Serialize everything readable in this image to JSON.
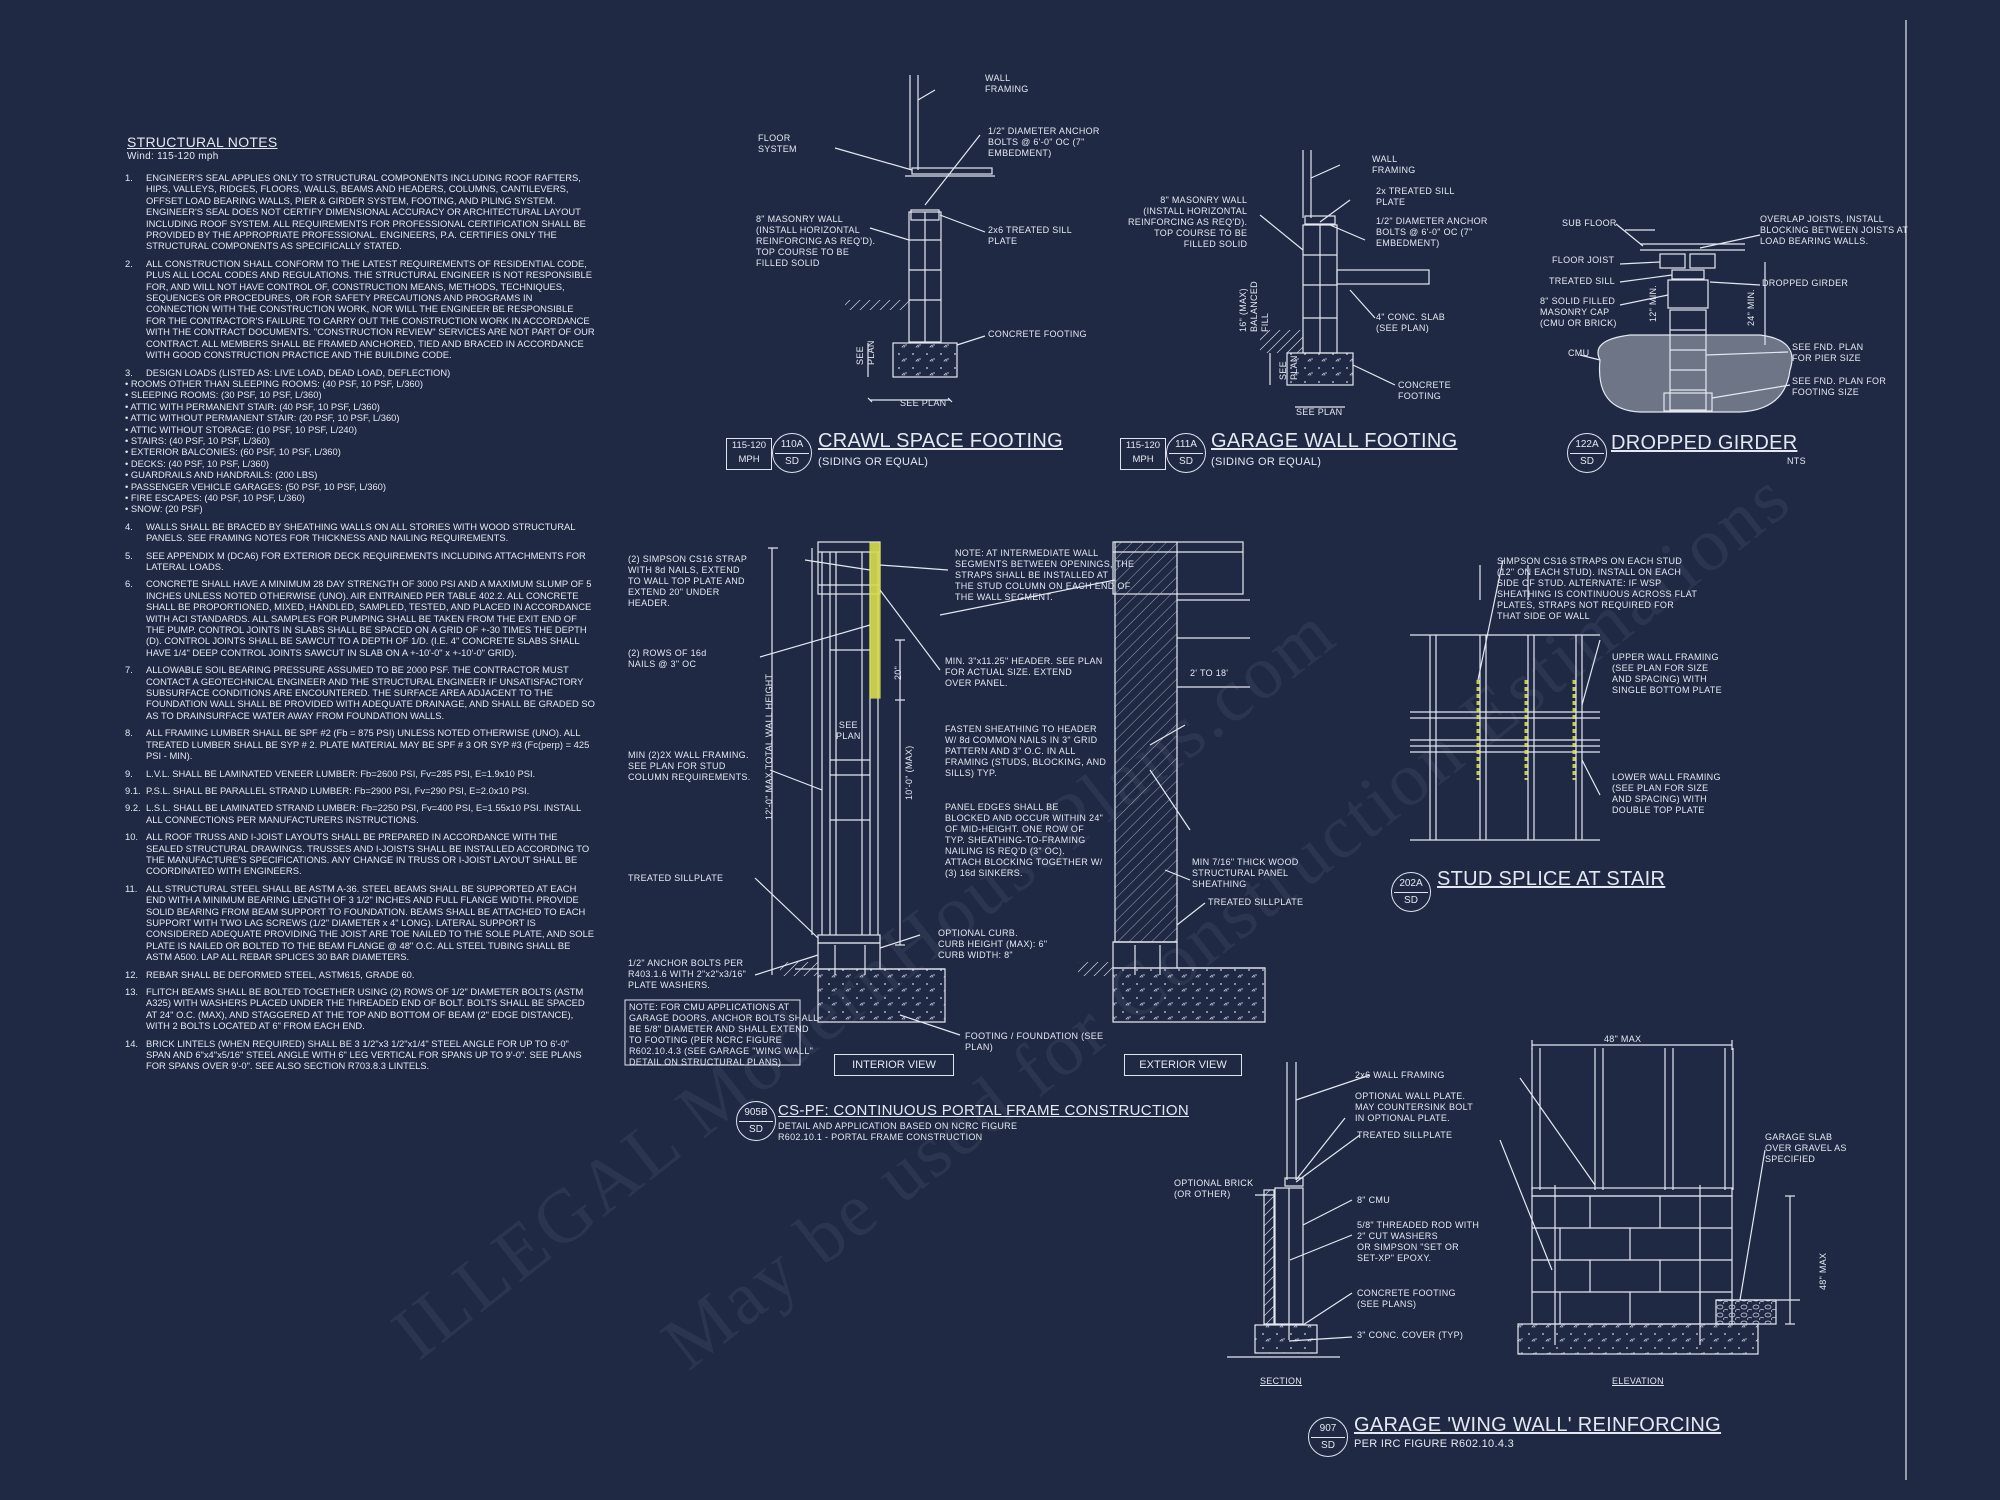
{
  "colors": {
    "background": "#202944",
    "linework": "#e4e8f1",
    "highlight": "#d9dc4e"
  },
  "notes": {
    "title": "STRUCTURAL NOTES",
    "subtitle": "Wind: 115-120 mph",
    "items": [
      {
        "num": "1.",
        "text": "ENGINEER'S SEAL APPLIES ONLY TO STRUCTURAL COMPONENTS INCLUDING ROOF RAFTERS, HIPS, VALLEYS, RIDGES, FLOORS, WALLS, BEAMS AND HEADERS, COLUMNS, CANTILEVERS, OFFSET LOAD BEARING WALLS, PIER & GIRDER SYSTEM, FOOTING, AND PILING SYSTEM. ENGINEER'S SEAL DOES NOT CERTIFY DIMENSIONAL ACCURACY OR ARCHITECTURAL LAYOUT INCLUDING ROOF SYSTEM. ALL REQUIREMENTS FOR PROFESSIONAL CERTIFICATION SHALL BE PROVIDED BY THE APPROPRIATE PROFESSIONAL. ENGINEERS, P.A. CERTIFIES ONLY THE STRUCTURAL COMPONENTS AS SPECIFICALLY STATED."
      },
      {
        "num": "2.",
        "text": "ALL CONSTRUCTION SHALL CONFORM TO THE LATEST REQUIREMENTS OF RESIDENTIAL CODE, PLUS ALL LOCAL CODES AND REGULATIONS. THE STRUCTURAL ENGINEER IS NOT RESPONSIBLE FOR, AND WILL NOT HAVE CONTROL OF, CONSTRUCTION MEANS, METHODS, TECHNIQUES, SEQUENCES OR PROCEDURES, OR FOR SAFETY PRECAUTIONS AND PROGRAMS IN CONNECTION WITH THE CONSTRUCTION WORK, NOR WILL THE ENGINEER BE RESPONSIBLE FOR THE CONTRACTOR'S FAILURE TO CARRY OUT THE CONSTRUCTION WORK IN ACCORDANCE WITH THE CONTRACT DOCUMENTS. \"CONSTRUCTION REVIEW\" SERVICES ARE NOT PART OF OUR CONTRACT. ALL MEMBERS SHALL BE FRAMED ANCHORED, TIED AND BRACED IN ACCORDANCE WITH GOOD CONSTRUCTION PRACTICE AND THE BUILDING CODE."
      },
      {
        "num": "3.",
        "text": "DESIGN LOADS (LISTED AS: LIVE LOAD, DEAD LOAD, DEFLECTION)",
        "bullets": [
          "ROOMS OTHER THAN SLEEPING ROOMS: (40 PSF, 10 PSF, L/360)",
          "SLEEPING ROOMS: (30 PSF, 10 PSF, L/360)",
          "ATTIC WITH PERMANENT STAIR: (40 PSF, 10 PSF, L/360)",
          "ATTIC WITHOUT PERMANENT STAIR: (20 PSF, 10 PSF, L/360)",
          "ATTIC WITHOUT STORAGE: (10 PSF, 10 PSF, L/240)",
          "STAIRS: (40 PSF, 10 PSF, L/360)",
          "EXTERIOR BALCONIES: (60 PSF, 10 PSF, L/360)",
          "DECKS: (40 PSF, 10 PSF, L/360)",
          "GUARDRAILS AND HANDRAILS: (200 LBS)",
          "PASSENGER VEHICLE GARAGES: (50 PSF, 10 PSF, L/360)",
          "FIRE ESCAPES: (40 PSF, 10 PSF, L/360)",
          "SNOW: (20 PSF)"
        ]
      },
      {
        "num": "4.",
        "text": "WALLS SHALL BE BRACED BY SHEATHING WALLS ON ALL STORIES WITH WOOD STRUCTURAL PANELS. SEE FRAMING NOTES FOR THICKNESS AND NAILING REQUIREMENTS."
      },
      {
        "num": "5.",
        "text": "SEE APPENDIX M (DCA6) FOR EXTERIOR DECK REQUIREMENTS INCLUDING ATTACHMENTS FOR LATERAL LOADS."
      },
      {
        "num": "6.",
        "text": "CONCRETE SHALL HAVE A MINIMUM 28 DAY STRENGTH OF 3000 PSI AND A MAXIMUM SLUMP OF 5 INCHES UNLESS NOTED OTHERWISE (UNO). AIR ENTRAINED PER TABLE 402.2. ALL CONCRETE SHALL BE PROPORTIONED, MIXED, HANDLED, SAMPLED, TESTED, AND PLACED IN ACCORDANCE WITH ACI STANDARDS. ALL SAMPLES FOR PUMPING SHALL BE TAKEN FROM THE EXIT END OF THE PUMP. CONTROL JOINTS IN SLABS SHALL BE SPACED ON A GRID OF +-30 TIMES THE DEPTH (D). CONTROL JOINTS SHALL BE SAWCUT TO A DEPTH OF 1/D. (I.E. 4\" CONCRETE SLABS SHALL HAVE 1/4\" DEEP CONTROL JOINTS SAWCUT IN SLAB ON A +-10'-0\" x +-10'-0\" GRID)."
      },
      {
        "num": "7.",
        "text": "ALLOWABLE SOIL BEARING PRESSURE ASSUMED TO BE 2000 PSF. THE CONTRACTOR MUST CONTACT A GEOTECHNICAL ENGINEER AND THE STRUCTURAL ENGINEER IF UNSATISFACTORY SUBSURFACE CONDITIONS ARE ENCOUNTERED. THE SURFACE AREA ADJACENT TO THE FOUNDATION WALL SHALL BE PROVIDED WITH ADEQUATE DRAINAGE, AND SHALL BE GRADED SO AS TO DRAINSURFACE WATER AWAY FROM FOUNDATION WALLS."
      },
      {
        "num": "8.",
        "text": "ALL FRAMING LUMBER SHALL BE SPF #2 (Fb = 875 PSI) UNLESS NOTED OTHERWISE (UNO). ALL TREATED LUMBER SHALL BE SYP # 2. PLATE MATERIAL MAY BE SPF # 3 OR SYP #3 (Fc(perp) = 425 PSI - MIN)."
      },
      {
        "num": "9.",
        "text": "L.V.L. SHALL BE LAMINATED VENEER LUMBER: Fb=2600 PSI, Fv=285 PSI, E=1.9x10 PSI."
      },
      {
        "num": "9.1.",
        "text": "P.S.L. SHALL BE PARALLEL STRAND LUMBER: Fb=2900 PSI, Fv=290 PSI, E=2.0x10 PSI."
      },
      {
        "num": "9.2.",
        "text": "L.S.L. SHALL BE LAMINATED STRAND LUMBER: Fb=2250 PSI, Fv=400 PSI, E=1.55x10 PSI. INSTALL ALL CONNECTIONS PER MANUFACTURERS INSTRUCTIONS."
      },
      {
        "num": "10.",
        "text": "ALL ROOF TRUSS AND I-JOIST LAYOUTS SHALL BE PREPARED IN ACCORDANCE WITH THE SEALED STRUCTURAL DRAWINGS. TRUSSES AND I-JOISTS SHALL BE INSTALLED ACCORDING TO THE MANUFACTURE'S SPECIFICATIONS. ANY CHANGE IN TRUSS OR I-JOIST LAYOUT SHALL BE COORDINATED WITH ENGINEERS."
      },
      {
        "num": "11.",
        "text": "ALL STRUCTURAL STEEL SHALL BE ASTM A-36. STEEL BEAMS SHALL BE SUPPORTED AT EACH END WITH A MINIMUM BEARING LENGTH OF 3 1/2\" INCHES AND FULL FLANGE WIDTH. PROVIDE SOLID BEARING FROM BEAM SUPPORT TO FOUNDATION. BEAMS SHALL BE ATTACHED TO EACH SUPPORT WITH TWO LAG SCREWS (1/2\" DIAMETER x 4\" LONG). LATERAL SUPPORT IS CONSIDERED ADEQUATE PROVIDING THE JOIST ARE TOE NAILED TO THE SOLE PLATE, AND SOLE PLATE IS NAILED OR BOLTED TO THE BEAM FLANGE @ 48\" O.C. ALL STEEL TUBING SHALL BE ASTM A500. LAP ALL REBAR SPLICES 30 BAR DIAMETERS."
      },
      {
        "num": "12.",
        "text": "REBAR SHALL BE DEFORMED STEEL, ASTM615, GRADE 60."
      },
      {
        "num": "13.",
        "text": "FLITCH BEAMS SHALL BE BOLTED TOGETHER USING (2) ROWS OF 1/2\" DIAMETER BOLTS (ASTM A325) WITH WASHERS PLACED UNDER THE THREADED END OF BOLT. BOLTS SHALL BE SPACED AT 24\" O.C. (MAX), AND STAGGERED AT THE TOP AND BOTTOM OF BEAM (2\" EDGE DISTANCE), WITH 2 BOLTS LOCATED AT 6\" FROM EACH END."
      },
      {
        "num": "14.",
        "text": "BRICK LINTELS (WHEN REQUIRED) SHALL BE 3 1/2\"x3 1/2\"x1/4\" STEEL ANGLE FOR UP TO 6'-0\" SPAN AND 6\"x4\"x5/16\" STEEL ANGLE WITH 6\" LEG VERTICAL FOR SPANS UP TO 9'-0\". SEE PLANS FOR SPANS OVER 9'-0\". SEE ALSO SECTION R703.8.3 LINTELS."
      }
    ]
  },
  "crawl": {
    "title": "CRAWL SPACE FOOTING",
    "subtitle": "(SIDING OR EQUAL)",
    "bubble_top": "110A",
    "bubble_bot": "SD",
    "mph_top": "115-120",
    "mph_bot": "MPH",
    "labels": {
      "wall_framing": "WALL\nFRAMING",
      "floor_system": "FLOOR\nSYSTEM",
      "anchor_bolts": "1/2\" DIAMETER ANCHOR\nBOLTS @ 6'-0\" OC (7\"\nEMBEDMENT)",
      "masonry": "8\" MASONRY WALL\n(INSTALL HORIZONTAL\nREINFORCING AS REQ'D).\nTOP COURSE TO BE\nFILLED SOLID",
      "sill": "2x6 TREATED SILL\nPLATE",
      "footing": "CONCRETE FOOTING",
      "see_plan": "SEE PLAN",
      "see_plan_vert": "SEE\nPLAN"
    }
  },
  "garage_wall": {
    "title": "GARAGE WALL FOOTING",
    "subtitle": "(SIDING OR EQUAL)",
    "bubble_top": "111A",
    "bubble_bot": "SD",
    "mph_top": "115-120",
    "mph_bot": "MPH",
    "labels": {
      "wall_framing": "WALL\nFRAMING",
      "sill": "2x TREATED SILL\nPLATE",
      "masonry": "8\" MASONRY WALL\n(INSTALL HORIZONTAL\nREINFORCING AS REQ'D).\nTOP COURSE TO BE\nFILLED SOLID",
      "anchor": "1/2\" DIAMETER ANCHOR\nBOLTS @ 6'-0\" OC (7\"\nEMBEDMENT)",
      "fill": "16\" (MAX)\nBALANCED\nFILL",
      "slab": "4\" CONC. SLAB\n(SEE PLAN)",
      "footing": "CONCRETE\nFOOTING",
      "see_plan": "SEE PLAN",
      "see_plan_vert": "SEE\nPLAN"
    }
  },
  "dropped_girder": {
    "title": "DROPPED GIRDER",
    "nts": "NTS",
    "bubble_top": "122A",
    "bubble_bot": "SD",
    "labels": {
      "sub_floor": "SUB FLOOR",
      "floor_joist": "FLOOR JOIST",
      "treated_sill": "TREATED SILL",
      "masonry_cap": "8\" SOLID FILLED\nMASONRY CAP\n(CMU OR BRICK)",
      "cmu": "CMU",
      "overlap": "OVERLAP JOISTS, INSTALL\nBLOCKING BETWEEN JOISTS AT\nLOAD BEARING WALLS.",
      "dropped": "DROPPED GIRDER",
      "pier": "SEE FND. PLAN\nFOR PIER SIZE",
      "footing": "SEE FND. PLAN FOR\nFOOTING SIZE",
      "min12": "12\" MIN.",
      "min24": "24\" MIN."
    }
  },
  "portal": {
    "title": "CS-PF: CONTINUOUS PORTAL FRAME CONSTRUCTION",
    "subtitle": "DETAIL AND APPLICATION BASED ON NCRC FIGURE\nR602.10.1 - PORTAL FRAME CONSTRUCTION",
    "bubble_top": "905B",
    "bubble_bot": "SD",
    "interior_view": "INTERIOR VIEW",
    "exterior_view": "EXTERIOR VIEW",
    "labels": {
      "strap": "(2) SIMPSON CS16 STRAP\nWITH 8d NAILS, EXTEND\nTO WALL TOP PLATE AND\nEXTEND 20\" UNDER\nHEADER.",
      "nails": "(2) ROWS OF 16d\nNAILS @ 3\" OC",
      "framing": "MIN (2)2X WALL FRAMING.\nSEE PLAN FOR STUD\nCOLUMN REQUIREMENTS.",
      "sillplate": "TREATED SILLPLATE",
      "anchors": "1/2\" ANCHOR BOLTS PER\nR403.1.6 WITH 2\"x2\"x3/16\"\nPLATE WASHERS.",
      "note_cmu": "NOTE: FOR CMU APPLICATIONS AT\nGARAGE DOORS, ANCHOR BOLTS SHALL\nBE 5/8\" DIAMETER AND SHALL EXTEND\nTO FOOTING (PER NCRC FIGURE\nR602.10.4.3 (SEE GARAGE \"WING WALL\"\nDETAIL ON STRUCTURAL PLANS)",
      "note_int": "NOTE: AT INTERMEDIATE WALL\nSEGMENTS BETWEEN OPENINGS, THE\nSTRAPS SHALL BE INSTALLED AT\nTHE STUD COLUMN ON EACH END OF\nTHE WALL SEGMENT.",
      "header": "MIN. 3\"x11.25\" HEADER. SEE PLAN\nFOR ACTUAL SIZE. EXTEND\nOVER PANEL.",
      "fasten": "FASTEN SHEATHING TO HEADER\nW/ 8d COMMON NAILS IN 3\" GRID\nPATTERN AND 3\" O.C. IN ALL\nFRAMING (STUDS, BLOCKING, AND\nSILLS) TYP.",
      "edges": "PANEL EDGES SHALL BE\nBLOCKED AND OCCUR WITHIN 24\"\nOF MID-HEIGHT. ONE ROW OF\nTYP. SHEATHING-TO-FRAMING\nNAILING IS REQ'D (3\" OC).\nATTACH BLOCKING TOGETHER W/\n(3) 16d SINKERS.",
      "sheathing": "MIN 7/16\" THICK WOOD\nSTRUCTURAL PANEL\nSHEATHING",
      "ext_sill": "TREATED SILLPLATE",
      "curb": "OPTIONAL CURB.\nCURB HEIGHT (MAX): 6\"\nCURB WIDTH: 8\"",
      "footing": "FOOTING / FOUNDATION (SEE\nPLAN)",
      "dim_height": "12'-0\" MAX TOTAL WALL HEIGHT",
      "dim_10": "10'-0\" (MAX)",
      "dim_20": "20\"",
      "dim_2to18": "2' TO 18'",
      "see_plan": "SEE\nPLAN"
    }
  },
  "stud_splice": {
    "title": "STUD SPLICE AT STAIR",
    "bubble_top": "202A",
    "bubble_bot": "SD",
    "labels": {
      "straps": "SIMPSON CS16 STRAPS ON EACH STUD\n(12\" ON EACH STUD). INSTALL ON EACH\nSIDE OF STUD. ALTERNATE: IF WSP\nSHEATHING IS CONTINUOUS ACROSS FLAT\nPLATES, STRAPS NOT REQUIRED FOR\nTHAT SIDE OF WALL",
      "upper": "UPPER WALL FRAMING\n(SEE PLAN FOR SIZE\nAND SPACING) WITH\nSINGLE BOTTOM PLATE",
      "lower": "LOWER WALL FRAMING\n(SEE PLAN FOR SIZE\nAND SPACING) WITH\nDOUBLE TOP PLATE"
    }
  },
  "wing_wall": {
    "title": "GARAGE 'WING WALL' REINFORCING",
    "subtitle": "PER IRC FIGURE R602.10.4.3",
    "bubble_top": "907",
    "bubble_bot": "SD",
    "section": "SECTION",
    "elevation": "ELEVATION",
    "labels": {
      "framing": "2x6 WALL FRAMING",
      "opt_plate": "OPTIONAL WALL PLATE.\nMAY COUNTERSINK BOLT\nIN OPTIONAL PLATE.",
      "sillplate": "TREATED SILLPLATE",
      "brick": "OPTIONAL BRICK\n(OR OTHER)",
      "cmu": "8\" CMU",
      "rod": "5/8\" THREADED ROD WITH\n2\" CUT WASHERS\nOR SIMPSON \"SET OR\nSET-XP\" EPOXY.",
      "footing": "CONCRETE FOOTING\n(SEE PLANS)",
      "cover": "3\" CONC. COVER (TYP)",
      "slab": "GARAGE SLAB\nOVER GRAVEL AS\nSPECIFIED",
      "max48": "48\" MAX",
      "max48v": "48\" MAX"
    }
  },
  "watermark": {
    "line1": "ILLEGAL  ModernHousePlans.com",
    "line2": "May be used for Construction Estimations"
  }
}
